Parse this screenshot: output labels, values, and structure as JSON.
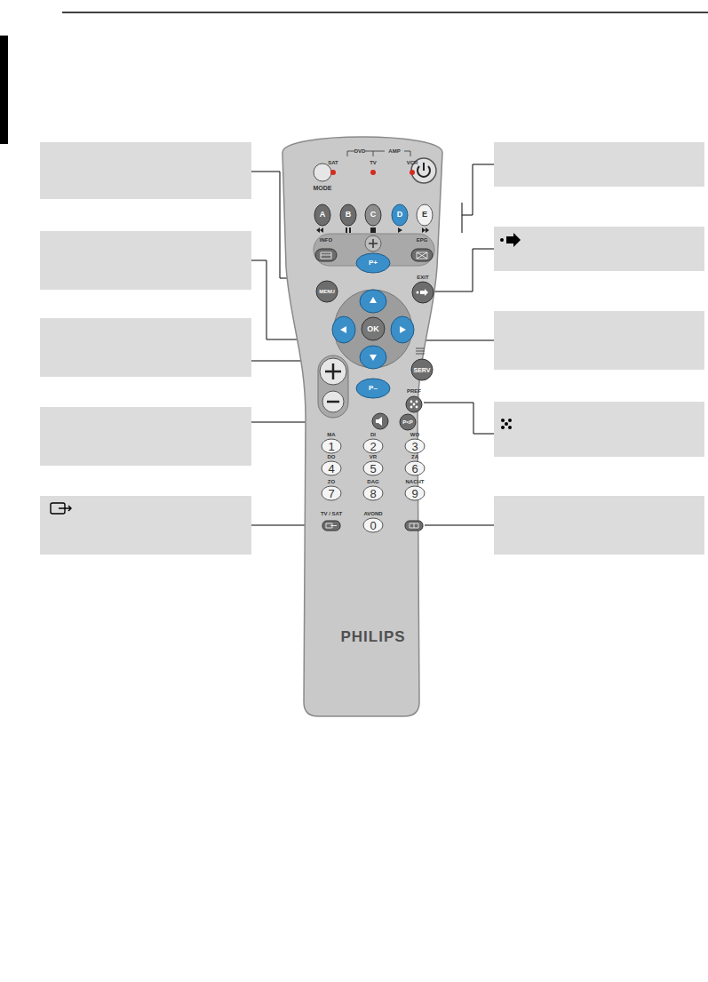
{
  "diagram": {
    "labels": [
      "MODE",
      "DVD",
      "AMP",
      "SAT",
      "TV",
      "VCR",
      "A",
      "B",
      "C",
      "D",
      "E",
      "INFO",
      "EPG",
      "P+",
      "MENU",
      "EXIT",
      "OK",
      "SERV",
      "P–",
      "PREF",
      "P<P",
      "MA",
      "1",
      "DI",
      "2",
      "WO",
      "3",
      "DO",
      "4",
      "VR",
      "5",
      "ZA",
      "6",
      "ZO",
      "7",
      "DAG",
      "8",
      "NACHT",
      "9",
      "TV / SAT",
      "AVOND",
      "0",
      "PHILIPS"
    ]
  }
}
